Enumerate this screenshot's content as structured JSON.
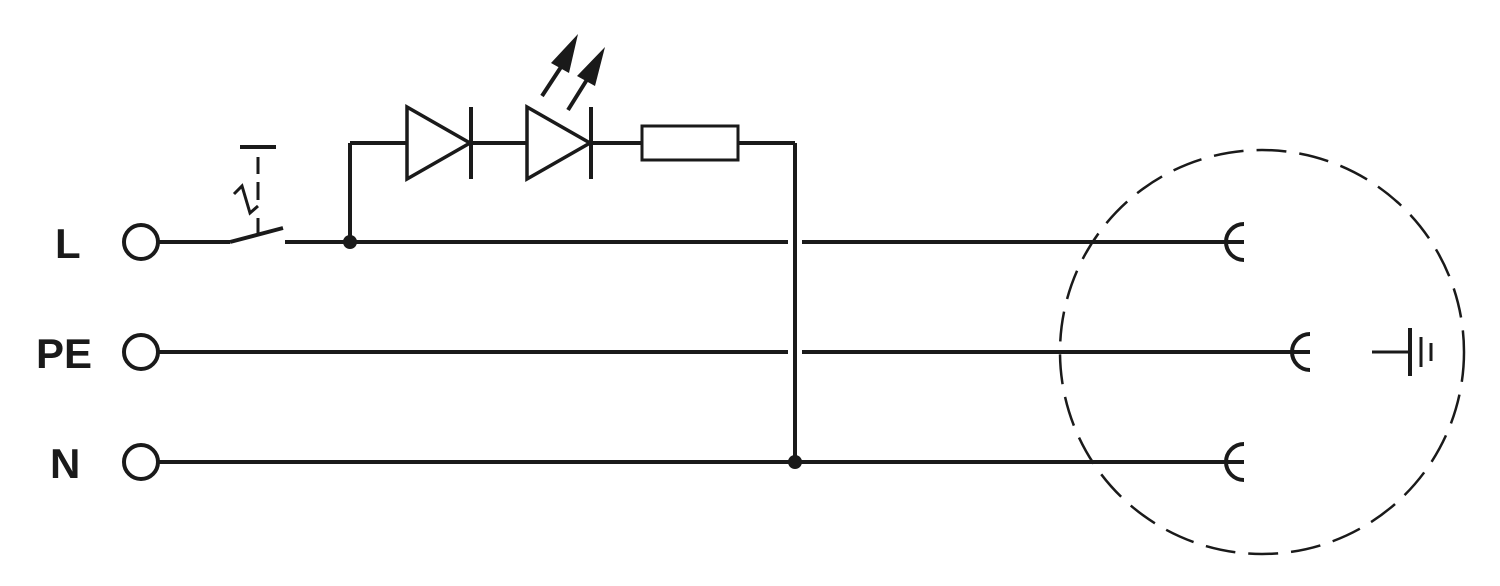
{
  "diagram": {
    "terminals": [
      {
        "id": "L",
        "label": "L"
      },
      {
        "id": "PE",
        "label": "PE"
      },
      {
        "id": "N",
        "label": "N"
      }
    ],
    "components": [
      {
        "type": "switch",
        "name": "switch"
      },
      {
        "type": "diode",
        "name": "diode"
      },
      {
        "type": "led",
        "name": "led"
      },
      {
        "type": "resistor",
        "name": "resistor"
      },
      {
        "type": "socket",
        "name": "socket-outlet"
      },
      {
        "type": "earth",
        "name": "protective-earth-symbol"
      }
    ],
    "colors": {
      "line": "#1a1a1a",
      "background": "#ffffff"
    }
  }
}
